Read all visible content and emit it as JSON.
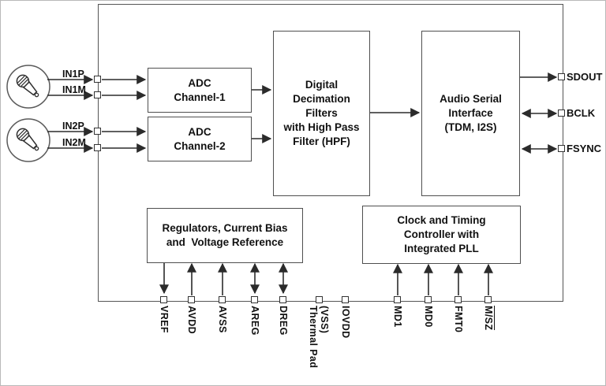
{
  "diagram": {
    "blocks": {
      "adc1": "ADC\nChannel-1",
      "adc2": "ADC\nChannel-2",
      "filters": "Digital\nDecimation\nFilters\nwith High Pass\nFilter (HPF)",
      "asi": "Audio Serial\nInterface\n(TDM, I2S)",
      "regulators": "Regulators, Current Bias\nand  Voltage Reference",
      "clock": "Clock and Timing\nController with\nIntegrated PLL"
    },
    "pins": {
      "in1p": "IN1P",
      "in1m": "IN1M",
      "in2p": "IN2P",
      "in2m": "IN2M",
      "sdout": "SDOUT",
      "bclk": "BCLK",
      "fsync": "FSYNC",
      "vref": "VREF",
      "avdd": "AVDD",
      "avss": "AVSS",
      "areg": "AREG",
      "dreg": "DREG",
      "thermal_pad": "Thermal Pad\n(VSS)",
      "iovdd": "IOVDD",
      "md1": "MD1",
      "md0": "MD0",
      "fmt0": "FMT0",
      "msz": "M/SZ"
    },
    "icons": {
      "mic1": "microphone-icon",
      "mic2": "microphone-icon"
    },
    "colors": {
      "line": "#2b2b2b",
      "block_border": "#4f4f4f",
      "text": "#111111"
    }
  }
}
